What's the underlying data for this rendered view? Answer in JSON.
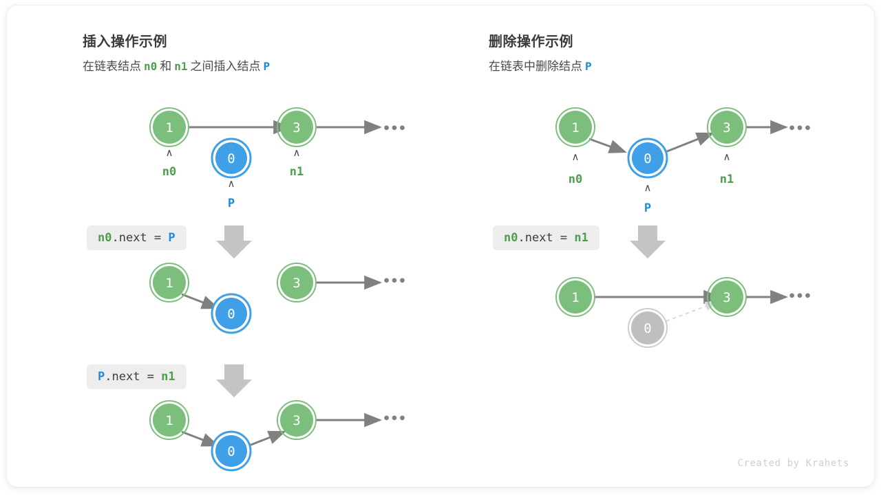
{
  "figure": {
    "background": "#ffffff",
    "card_background": "#ffffff",
    "watermark": "Created by Krahets"
  },
  "colors": {
    "node_green_fill": "#7cbf7c",
    "node_green_ring": "#7cbf7c",
    "node_blue_fill": "#3fa0e8",
    "node_blue_ring": "#3fa0e8",
    "node_gray_fill": "#bfbfbf",
    "node_gray_ring": "#c9c9c9",
    "arrow_gray": "#808080",
    "label_green": "#4c9e4c",
    "label_blue": "#1f8ad6",
    "code_bg": "#ededed",
    "code_text": "#3d3d3d",
    "title_text": "#3b3b3b",
    "down_arrow": "#c4c4c4",
    "watermark_text": "#cfcfcf"
  },
  "panels": {
    "insert": {
      "title": "插入操作示例",
      "subtitle": {
        "part1": "在链表结点",
        "n0": "n0",
        "part2": "和",
        "n1": "n1",
        "part3": "之间插入结点",
        "p": "P"
      },
      "steps": [
        {
          "code": {
            "prefix": "n0",
            "prefix_color": "green",
            "middle": ".next = ",
            "suffix": "P",
            "suffix_color": "blue"
          }
        },
        {
          "code": {
            "prefix": "P",
            "prefix_color": "blue",
            "middle": ".next = ",
            "suffix": "n1",
            "suffix_color": "green"
          }
        }
      ],
      "rows": [
        {
          "name": "initial-state",
          "nodes": [
            {
              "value": "1",
              "style": "green",
              "label": "n0",
              "label_color": "green",
              "caret": "∧"
            },
            {
              "value": "0",
              "style": "blue",
              "label": "P",
              "label_color": "blue",
              "caret": "∧"
            },
            {
              "value": "3",
              "style": "green",
              "label": "n1",
              "label_color": "green",
              "caret": "∧"
            }
          ],
          "ellipsis": "•••"
        },
        {
          "name": "after-n0-next-p",
          "nodes": [
            {
              "value": "1",
              "style": "green"
            },
            {
              "value": "0",
              "style": "blue"
            },
            {
              "value": "3",
              "style": "green"
            }
          ],
          "ellipsis": "•••"
        },
        {
          "name": "after-p-next-n1",
          "nodes": [
            {
              "value": "1",
              "style": "green"
            },
            {
              "value": "0",
              "style": "blue"
            },
            {
              "value": "3",
              "style": "green"
            }
          ],
          "ellipsis": "•••"
        }
      ]
    },
    "delete": {
      "title": "删除操作示例",
      "subtitle": {
        "part1": "在链表中删除结点",
        "p": "P"
      },
      "steps": [
        {
          "code": {
            "prefix": "n0",
            "prefix_color": "green",
            "middle": ".next = ",
            "suffix": "n1",
            "suffix_color": "green"
          }
        }
      ],
      "rows": [
        {
          "name": "initial-state",
          "nodes": [
            {
              "value": "1",
              "style": "green",
              "label": "n0",
              "label_color": "green",
              "caret": "∧"
            },
            {
              "value": "0",
              "style": "blue",
              "label": "P",
              "label_color": "blue",
              "caret": "∧"
            },
            {
              "value": "3",
              "style": "green",
              "label": "n1",
              "label_color": "green",
              "caret": "∧"
            }
          ],
          "ellipsis": "•••"
        },
        {
          "name": "after-deletion",
          "nodes": [
            {
              "value": "1",
              "style": "green"
            },
            {
              "value": "0",
              "style": "gray"
            },
            {
              "value": "3",
              "style": "green"
            }
          ],
          "ellipsis": "•••"
        }
      ]
    }
  }
}
